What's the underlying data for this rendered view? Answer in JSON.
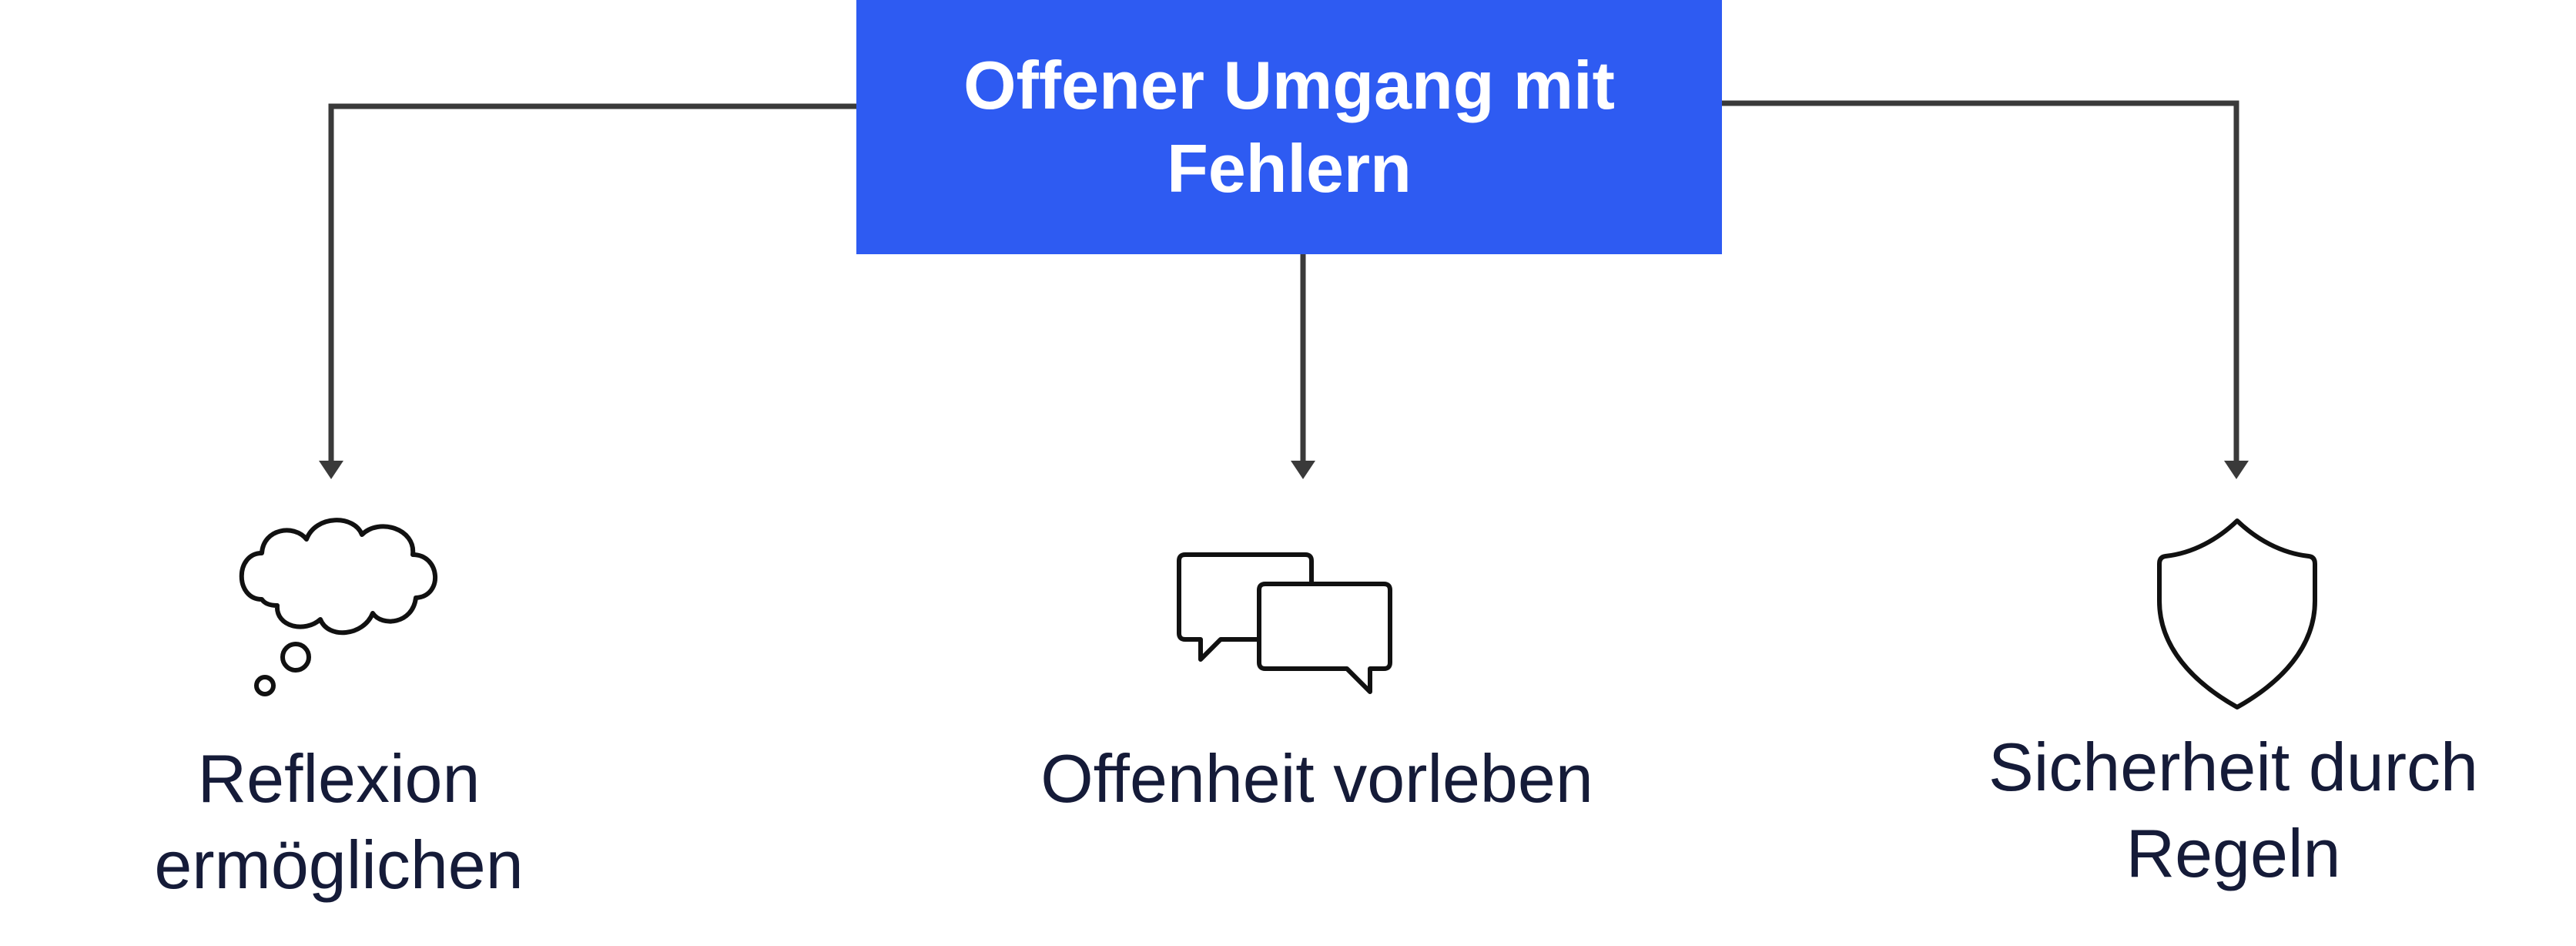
{
  "root": {
    "title": "Offener Umgang mit\nFehlern",
    "color": "#2e5bf2"
  },
  "children": [
    {
      "label": "Reflexion\nermöglichen",
      "icon": "thought-bubble-icon"
    },
    {
      "label": "Offenheit vorleben",
      "icon": "speech-bubbles-icon"
    },
    {
      "label": "Sicherheit durch\nRegeln",
      "icon": "shield-icon"
    }
  ],
  "colors": {
    "connector": "#3a3a3a",
    "text": "#151b38",
    "icon_stroke": "#111111"
  }
}
